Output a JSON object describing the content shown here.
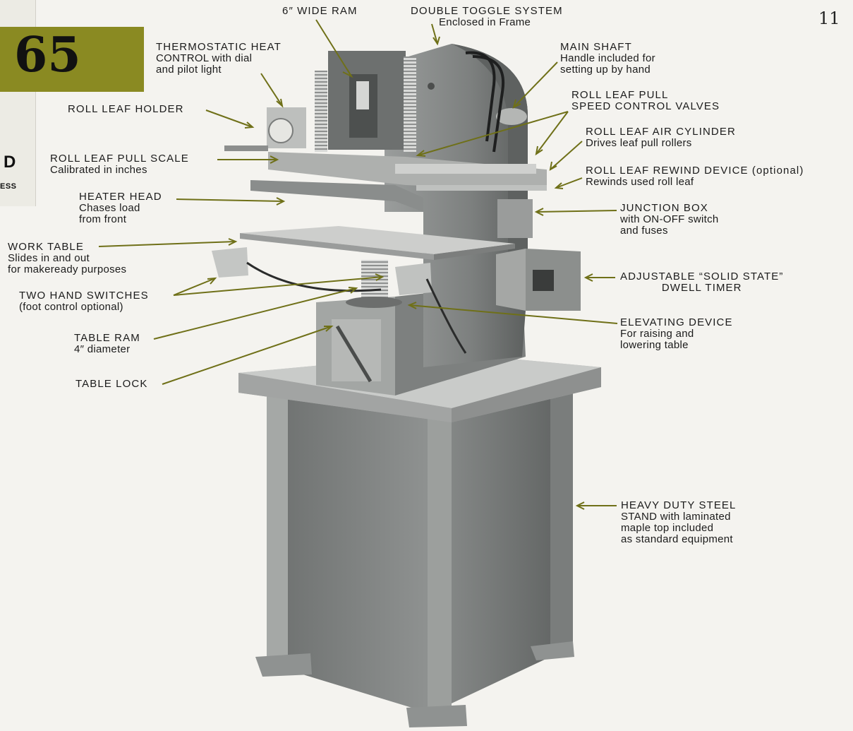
{
  "page": {
    "page_number": "11",
    "model_number": "65",
    "side_letter": "D",
    "side_sub": "ESS"
  },
  "colors": {
    "accent_olive": "#8a8a22",
    "arrow_olive": "#6f7018",
    "page_background": "#f4f3ef",
    "machine_gray": "#8a8d8c"
  },
  "callouts": [
    {
      "id": "wide-ram",
      "title": "6″ WIDE RAM"
    },
    {
      "id": "toggle-system",
      "title": "DOUBLE TOGGLE SYSTEM",
      "sub": "Enclosed in Frame"
    },
    {
      "id": "thermostat",
      "lines": [
        "THERMOSTATIC HEAT",
        "CONTROL with dial",
        "and pilot light"
      ]
    },
    {
      "id": "main-shaft",
      "lines": [
        "MAIN SHAFT",
        "Handle included for",
        "setting up by hand"
      ]
    },
    {
      "id": "roll-leaf-holder",
      "title": "ROLL LEAF HOLDER"
    },
    {
      "id": "pull-valves",
      "lines": [
        "ROLL LEAF PULL",
        "SPEED CONTROL VALVES"
      ]
    },
    {
      "id": "air-cylinder",
      "title": "ROLL LEAF AIR CYLINDER",
      "sub": "Drives leaf pull rollers"
    },
    {
      "id": "pull-scale",
      "title": "ROLL LEAF PULL SCALE",
      "sub": "Calibrated in inches"
    },
    {
      "id": "rewind",
      "title": "ROLL LEAF REWIND DEVICE (optional)",
      "sub": "Rewinds used roll leaf"
    },
    {
      "id": "heater-head",
      "title": "HEATER HEAD",
      "lines": [
        "Chases load",
        "from front"
      ]
    },
    {
      "id": "junction-box",
      "title": "JUNCTION BOX",
      "lines": [
        "with ON-OFF switch",
        "and fuses"
      ]
    },
    {
      "id": "work-table",
      "title": "WORK TABLE",
      "lines": [
        "Slides in and out",
        "for makeready purposes"
      ]
    },
    {
      "id": "dwell-timer",
      "lines": [
        "ADJUSTABLE “SOLID STATE”",
        "DWELL TIMER"
      ]
    },
    {
      "id": "hand-switches",
      "title": "TWO HAND SWITCHES",
      "sub": "(foot control optional)"
    },
    {
      "id": "elevating",
      "title": "ELEVATING DEVICE",
      "lines": [
        "For raising and",
        "lowering table"
      ]
    },
    {
      "id": "table-ram",
      "title": "TABLE RAM",
      "sub": "4″ diameter"
    },
    {
      "id": "table-lock",
      "title": "TABLE LOCK"
    },
    {
      "id": "stand",
      "lines": [
        "HEAVY DUTY STEEL",
        "STAND with laminated",
        "maple top included",
        "as standard equipment"
      ]
    }
  ]
}
